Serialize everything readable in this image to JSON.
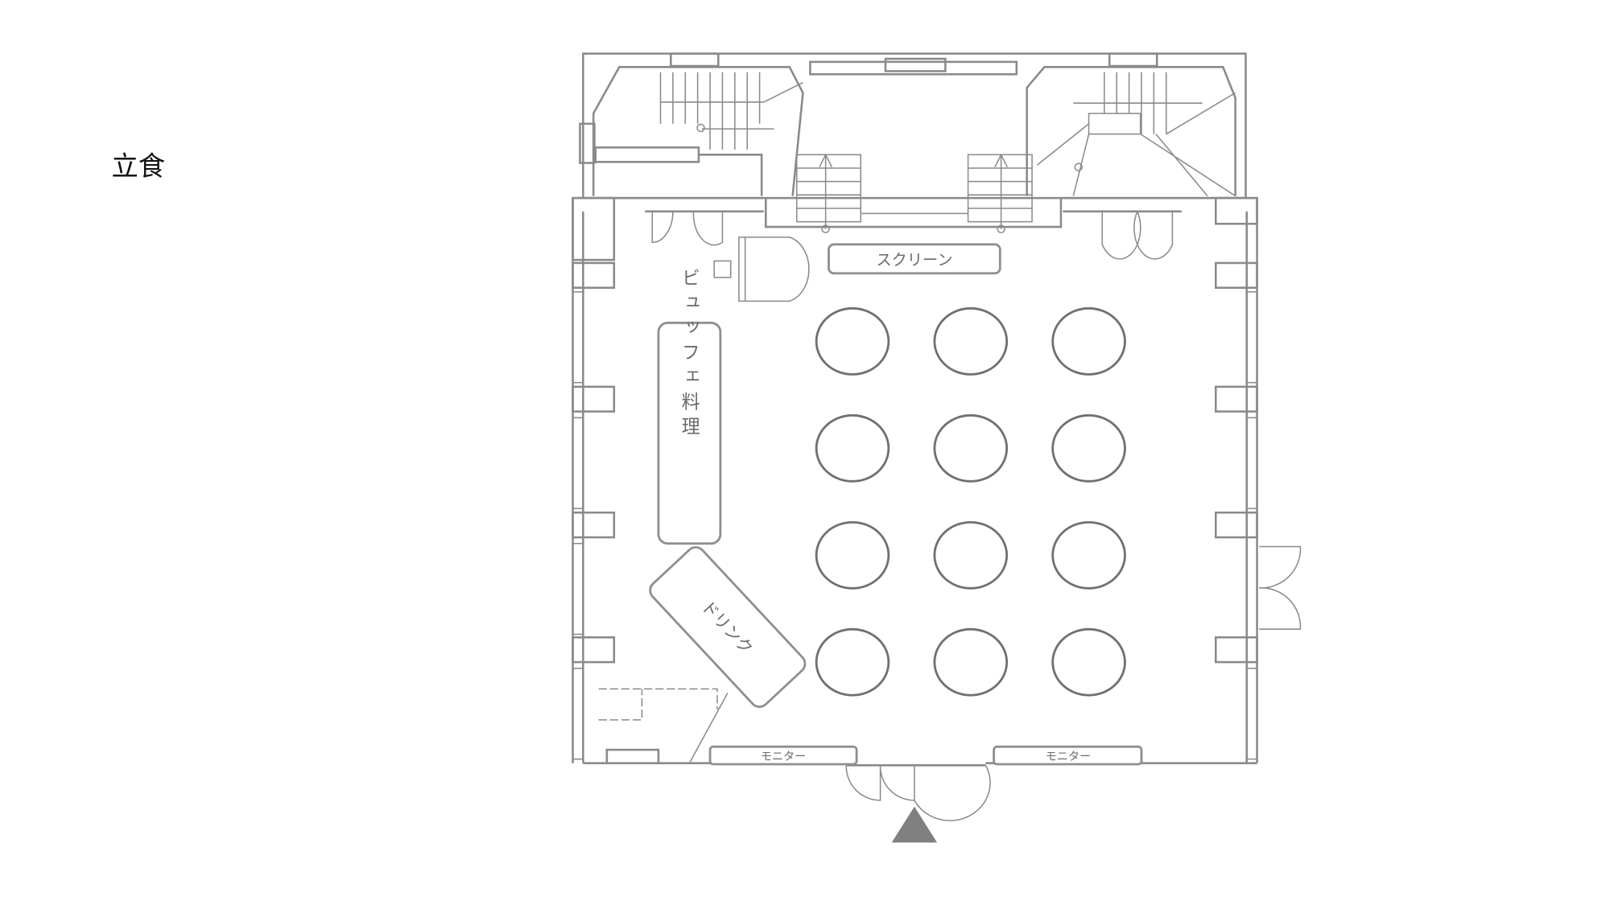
{
  "title": "立食",
  "labels": {
    "screen": "スクリーン",
    "buffet": "ビュッフェ料理",
    "drink": "ドリンク",
    "monitor_left": "モニター",
    "monitor_right": "モニター"
  },
  "tables": {
    "columns": 3,
    "rows": 4
  },
  "colors": {
    "line": "#8a8a8a",
    "table": "#707070",
    "entrance_marker": "#808080"
  }
}
